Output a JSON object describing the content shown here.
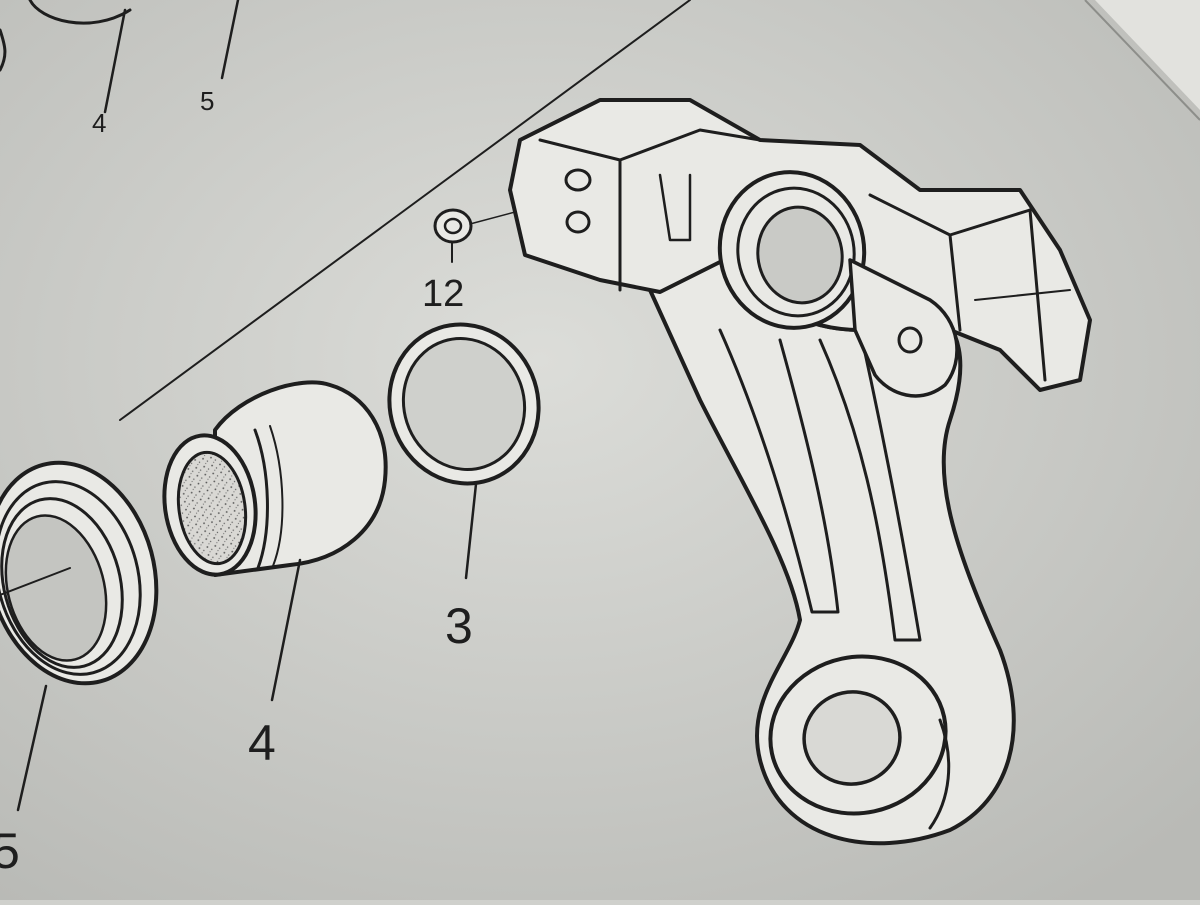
{
  "diagram": {
    "callouts": {
      "top_left_a": "4",
      "top_left_b": "5",
      "washer": "12",
      "o_ring": "3",
      "piston": "4",
      "seal": "5"
    },
    "colors": {
      "paper": "#cfd0cc",
      "ink": "#1e1e1e",
      "part_fill": "#e9e9e5"
    },
    "parts": {
      "washer": "washer-icon",
      "o_ring": "o-ring-icon",
      "piston": "piston-icon",
      "seal": "seal-ring-icon",
      "bracket": "caliper-bracket-icon"
    }
  }
}
